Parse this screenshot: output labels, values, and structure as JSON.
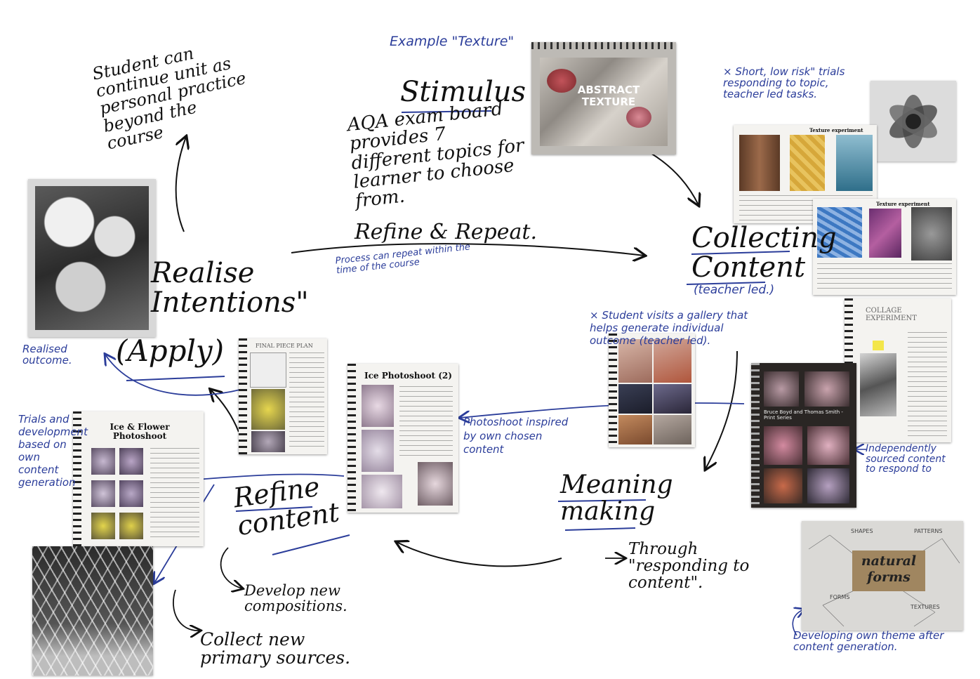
{
  "colors": {
    "ink": "#111111",
    "blue_ink": "#2b3d9a"
  },
  "stages": {
    "stimulus": {
      "example": "Example \"Texture\"",
      "title": "Stimulus",
      "text": "AQA exam board provides 7 different topics for learner to choose from."
    },
    "collecting": {
      "title": "Collecting Content",
      "sub": "(teacher led.)",
      "note": "× Short, low risk\" trials responding to topic, teacher led tasks."
    },
    "meaning": {
      "title": "Meaning making",
      "through": "Through \"responding to content\"."
    },
    "refine": {
      "title": "Refine content",
      "branch1": "Develop new compositions.",
      "branch2": "Collect new primary sources."
    },
    "realise": {
      "title": "Realise Intentions\"",
      "apply": "(Apply)",
      "outcome": "Realised outcome."
    },
    "student": {
      "text": "Student can continue unit as personal practice beyond the course"
    },
    "loop": {
      "title": "Refine & Repeat.",
      "note": "Process can repeat within the time of the course"
    }
  },
  "annotations": {
    "gallery": "× Student visits a gallery that helps generate individual outcome (teacher led).",
    "independently": "Independently sourced content to respond to",
    "photoshoot": "Photoshoot inspired by own chosen content",
    "trials": "Trials and development based on own content generation",
    "developing": "Developing own theme after content generation."
  },
  "images": {
    "texture_book": "ABSTRACT TEXTURE",
    "experiment1_title": "Texture experiment",
    "experiment2_title": "Texture experiment",
    "collage_title": "COLLAGE EXPERIMENT",
    "print_title": "Bruce Boyd and Thomas Smith - Print Series",
    "ice_photoshoot_title": "Ice Photoshoot (2)",
    "ice_flower_title": "Ice & Flower Photoshoot",
    "final_plan_title": "FINAL PIECE PLAN",
    "mindmap_center": "natural forms",
    "mindmap_words": [
      "SHAPES",
      "TEXTURES",
      "FORMS",
      "PATTERNS"
    ]
  }
}
